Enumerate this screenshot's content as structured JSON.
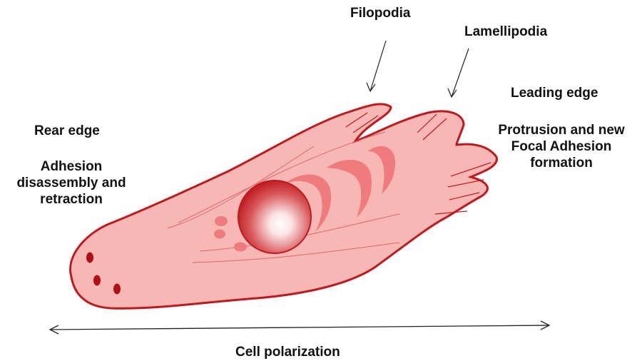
{
  "labels": {
    "filopodia": "Filopodia",
    "lamellipodia": "Lamellipodia",
    "leading_edge": "Leading edge",
    "protrusion_line1": "Protrusion and new",
    "protrusion_line2": "Focal Adhesion",
    "protrusion_line3": "formation",
    "rear_edge": "Rear edge",
    "adhesion_line1": "Adhesion",
    "adhesion_line2": "disassembly  and",
    "adhesion_line3": "retraction",
    "polarization": "Cell polarization"
  },
  "colors": {
    "cell_fill": "#f7b7b5",
    "cell_outline": "#c0191d",
    "nucleus": "#c8282c",
    "crescents": "#ef7b7e",
    "focal_adhesions": "#b01015",
    "text": "#111111"
  }
}
